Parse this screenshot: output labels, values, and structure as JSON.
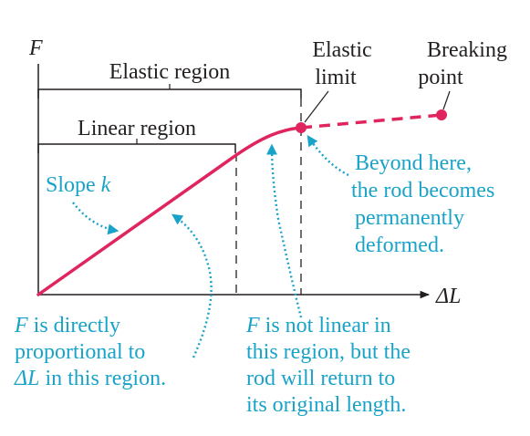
{
  "axes": {
    "y_symbol": "F",
    "x_symbol": "ΔL"
  },
  "regions": {
    "elastic": "Elastic region",
    "linear": "Linear region"
  },
  "points": {
    "elastic_limit": [
      "Elastic",
      "limit"
    ],
    "breaking_point": [
      "Breaking",
      "point"
    ]
  },
  "annotations": {
    "slope": {
      "word": "Slope",
      "symbol": "k"
    },
    "proportional": {
      "line1_var": "F",
      "line1_rest": " is directly",
      "line2": "proportional to",
      "line3_var": "ΔL",
      "line3_rest": " in this region."
    },
    "nonlinear": {
      "line1_var": "F",
      "line1_rest": " is not linear in",
      "line2": "this region, but the",
      "line3": "rod will return to",
      "line4": "its original length."
    },
    "beyond": [
      "Beyond here,",
      "the rod becomes",
      "permanently",
      "deformed."
    ]
  },
  "colors": {
    "curve": "#e0245e",
    "annotation": "#1aa3c9",
    "ink": "#231f20"
  }
}
